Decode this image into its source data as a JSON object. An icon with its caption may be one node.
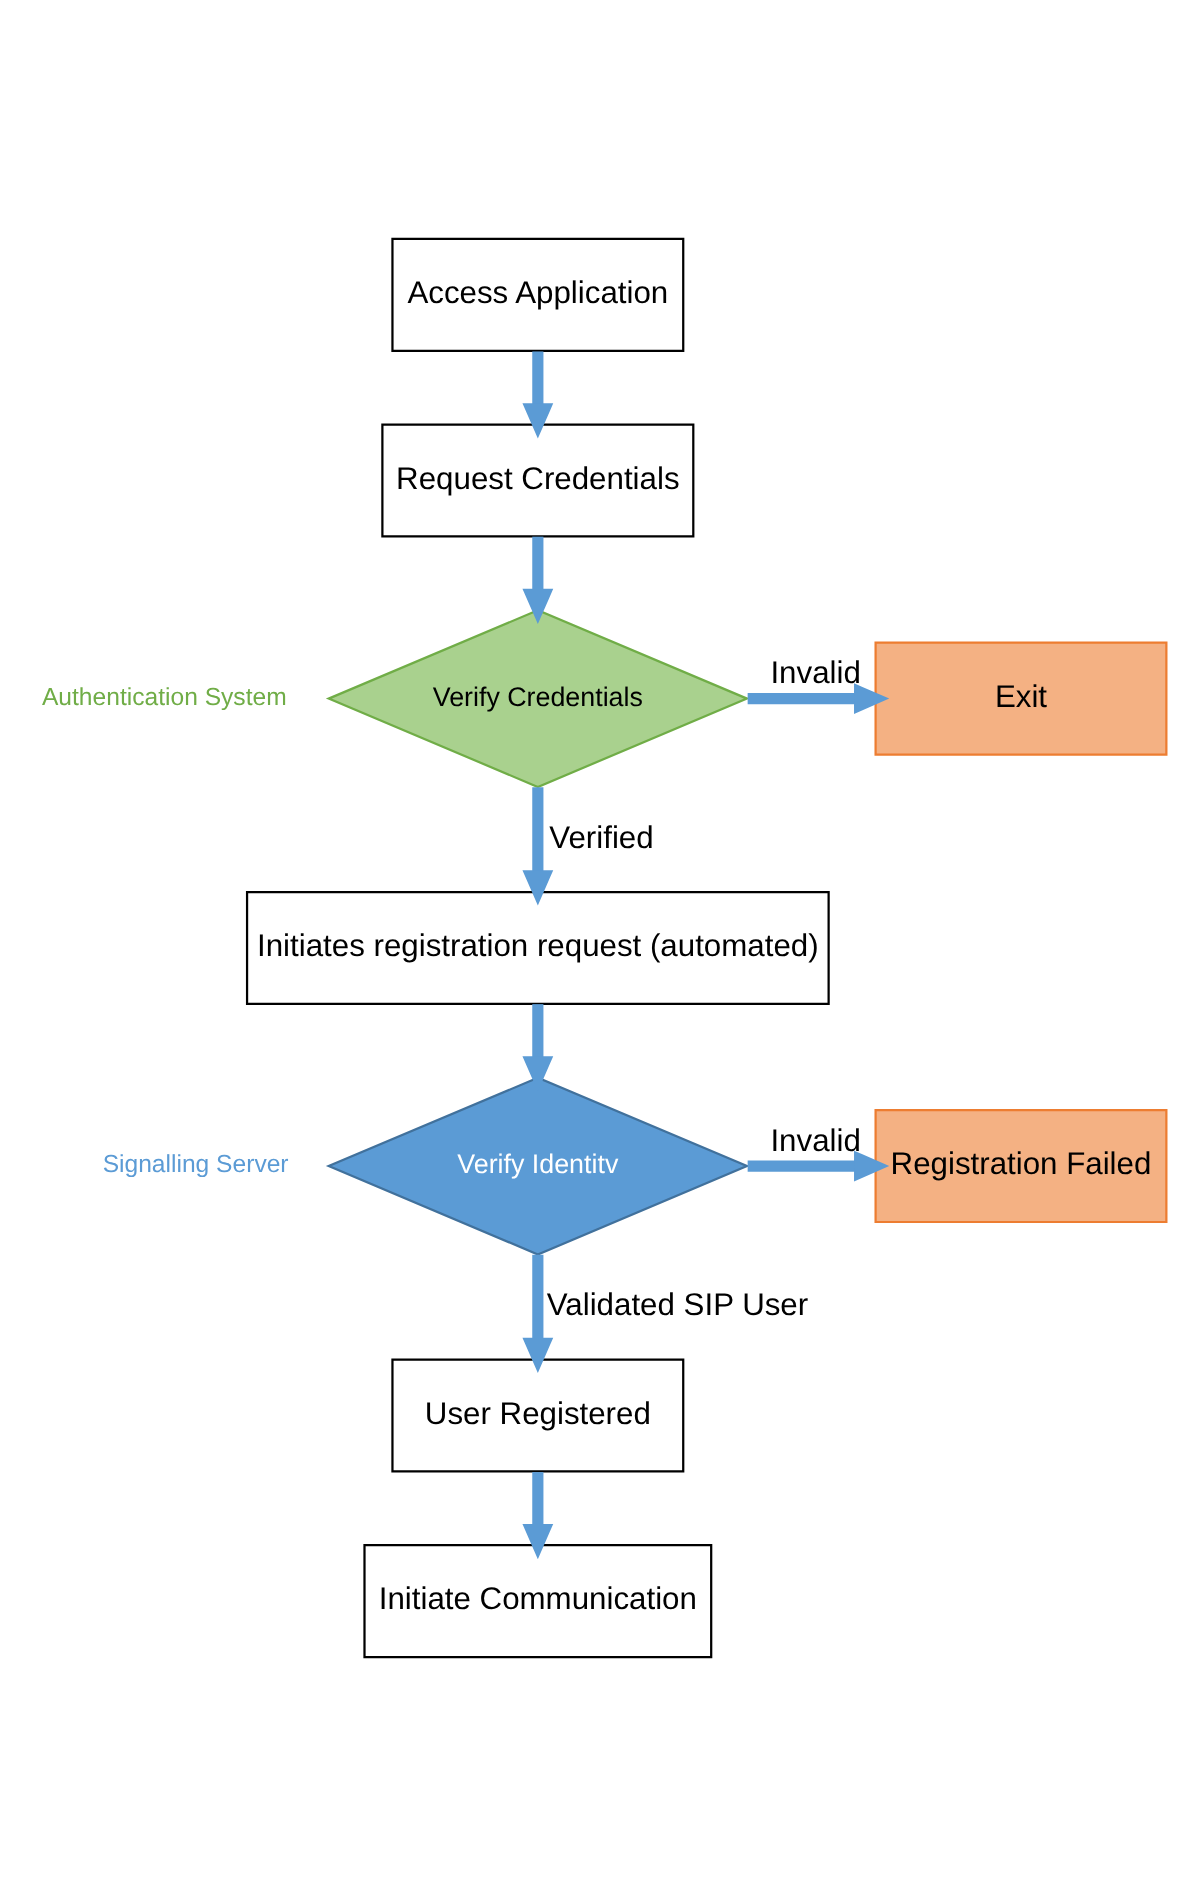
{
  "diagram": {
    "nodes": [
      {
        "text": [
          "Access Application"
        ]
      },
      {
        "text": [
          "Request Credentials"
        ]
      },
      {
        "text": [
          "Verify Credentials"
        ],
        "beside": [
          "Authentication System"
        ]
      },
      {
        "text": [
          "Exit"
        ]
      },
      {
        "text": [
          "Initiates registration request (automated)"
        ]
      },
      {
        "text": [
          "Verify Identitv"
        ],
        "beside": [
          "Signalling Server"
        ]
      },
      {
        "text": [
          "Registration Failed"
        ]
      },
      {
        "text": [
          "User Registered"
        ]
      },
      {
        "text": [
          "Initiate Communication"
        ]
      }
    ],
    "edges": [
      {
        "from": 0,
        "to": 1,
        "arrow": "to"
      },
      {
        "from": 1,
        "to": 2,
        "arrow": "to"
      },
      {
        "from": 2,
        "to": 3,
        "arrow": "to",
        "label": "Invalid"
      },
      {
        "from": 2,
        "to": 4,
        "arrow": "to",
        "label": "Verified"
      },
      {
        "from": 4,
        "to": 5,
        "arrow": "to"
      },
      {
        "from": 5,
        "to": 6,
        "arrow": "to",
        "label": "Invalid"
      },
      {
        "from": 5,
        "to": 7,
        "arrow": "to",
        "label": "Validated SIP User"
      },
      {
        "from": 7,
        "to": 8,
        "arrow": "to"
      }
    ]
  }
}
